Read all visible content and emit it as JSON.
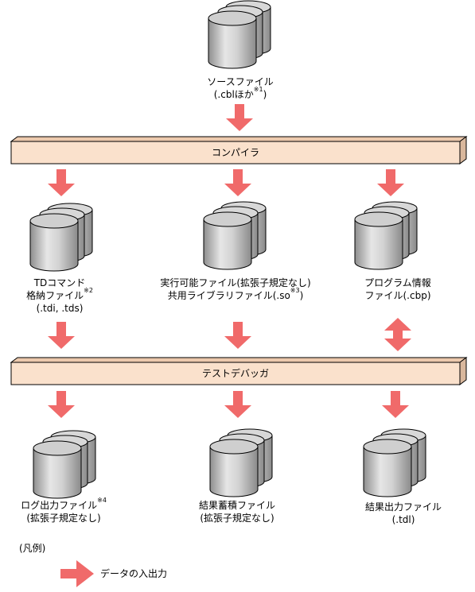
{
  "nodes": {
    "source": {
      "line1": "ソースファイル",
      "line2_main": "(.cblほか",
      "line2_sup": "※1",
      "line2_end": ")"
    },
    "compiler": {
      "label": "コンパイラ"
    },
    "td_command": {
      "line1": "TDコマンド",
      "line2_main": "格納ファイル",
      "line2_sup": "※2",
      "line3": "(.tdi, .tds)"
    },
    "executable": {
      "line1": "実行可能ファイル(拡張子規定なし)",
      "line2_main": "共用ライブラリファイル(.so",
      "line2_sup": "※3",
      "line2_end": ")"
    },
    "program_info": {
      "line1": "プログラム情報",
      "line2": "ファイル(.cbp)"
    },
    "test_debugger": {
      "label": "テストデバッガ"
    },
    "log_output": {
      "line1_main": "ログ出力ファイル",
      "line1_sup": "※4",
      "line2": "(拡張子規定なし)"
    },
    "result_store": {
      "line1": "結果蓄積ファイル",
      "line2": "(拡張子規定なし)"
    },
    "result_output": {
      "line1": "結果出力ファイル",
      "line2": "(.tdl)"
    }
  },
  "legend": {
    "title": "(凡例)",
    "arrow_label": "データの入出力"
  },
  "colors": {
    "arrow": "#f06a6a",
    "bar_fill": "#fae1cc",
    "bar_side": "#d9b89d",
    "disk": "#bdbdbd"
  }
}
